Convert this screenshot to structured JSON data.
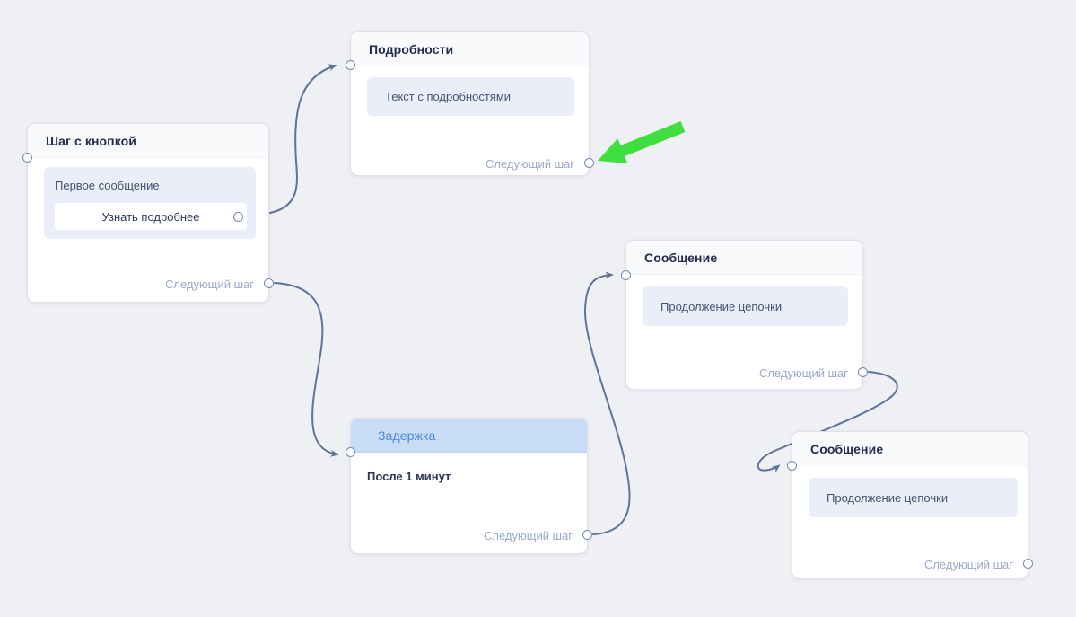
{
  "canvas": {
    "background": "#eef0f4"
  },
  "colors": {
    "edge": "#5e7396",
    "node_border": "#dde2ea",
    "panel_bg": "#e9eef8",
    "delay_header_bg": "#c8dcf6",
    "delay_title": "#4b86d8",
    "footer_link": "#99aac9",
    "title_text": "#222d4d",
    "annotation_arrow": "#3fdf3f"
  },
  "nodes": [
    {
      "id": "step-with-button",
      "title": "Шаг с кнопкой",
      "message": "Первое сообщение",
      "button": "Узнать подробнее",
      "footer": "Следующий шаг"
    },
    {
      "id": "details",
      "title": "Подробности",
      "message": "Текст с подробностями",
      "footer": "Следующий шаг"
    },
    {
      "id": "message-1",
      "title": "Сообщение",
      "message": "Продолжение цепочки",
      "footer": "Следующий шаг"
    },
    {
      "id": "delay",
      "title": "Задержка",
      "body": "После 1 минут",
      "footer": "Следующий шаг"
    },
    {
      "id": "message-2",
      "title": "Сообщение",
      "message": "Продолжение цепочки",
      "footer": "Следующий шаг"
    }
  ],
  "edges": [
    {
      "from": "step-with-button.button-port",
      "to": "details.input"
    },
    {
      "from": "step-with-button.next-step",
      "to": "delay.input"
    },
    {
      "from": "delay.next-step",
      "to": "message-1.input"
    },
    {
      "from": "message-1.next-step",
      "to": "message-2.input"
    }
  ],
  "annotation": {
    "type": "green-arrow",
    "points_at": "details.next-step-port"
  }
}
